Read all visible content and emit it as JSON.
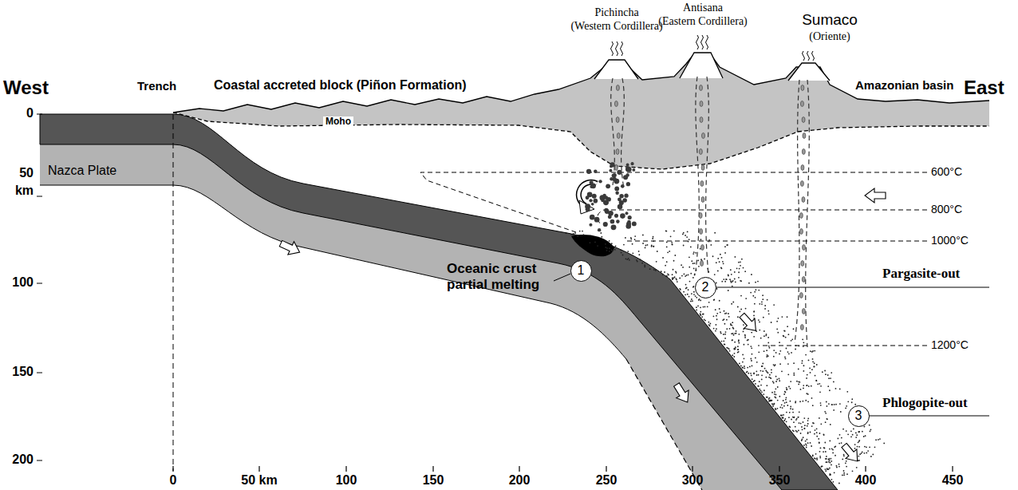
{
  "diagram": {
    "nodes": [
      {
        "text": [
          "1"
        ]
      },
      {
        "text": [
          "2"
        ]
      },
      {
        "text": [
          "3"
        ]
      }
    ],
    "labels": [
      "West",
      "East",
      "Trench",
      "Coastal accreted block (Piñon Formation)",
      "Pichincha",
      "(Western Cordillera)",
      "Antisana",
      "(Eastern Cordillera)",
      "Sumaco",
      "(Oriente)",
      "Amazonian basin",
      "Moho",
      "Nazca Plate",
      "Oceanic crust partial melting",
      "Pargasite-out",
      "Phlogopite-out",
      "600°C",
      "800°C",
      "1000°C",
      "1200°C",
      "0",
      "50",
      "km",
      "100",
      "150",
      "200",
      "0",
      "50 km",
      "100",
      "150",
      "200",
      "250",
      "300",
      "350",
      "400",
      "450"
    ]
  }
}
